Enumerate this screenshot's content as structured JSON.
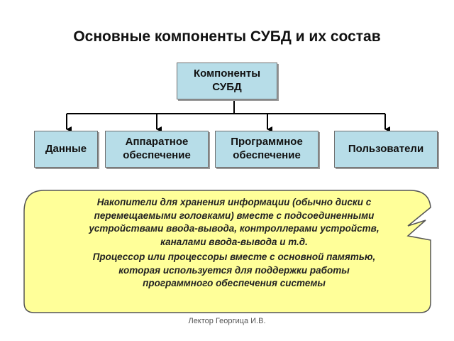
{
  "slide": {
    "title": "Основные компоненты СУБД и их состав",
    "footer": "Лектор Георгица И.В."
  },
  "diagram": {
    "root": "Компоненты\nСУБД",
    "children": [
      "Данные",
      "Аппаратное\nобеспечение",
      "Программное\nобеспечение",
      "Пользователи"
    ]
  },
  "callout": {
    "storage_text": "Накопители для хранения информации (обычно диски с\nперемещаемыми головками) вместе с подсоединенными\nустройствами ввода-вывода, контроллерами устройств,\nканалами ввода-вывода и т.д.",
    "processor_text": "Процессор или процессоры вместе с основной памятью,\nкоторая используется для поддержки работы\nпрограммного обеспечения системы",
    "fill_color": "#ffff99",
    "border_color": "#555555"
  },
  "colors": {
    "box_fill": "#b7dde8",
    "connector": "#000000"
  }
}
